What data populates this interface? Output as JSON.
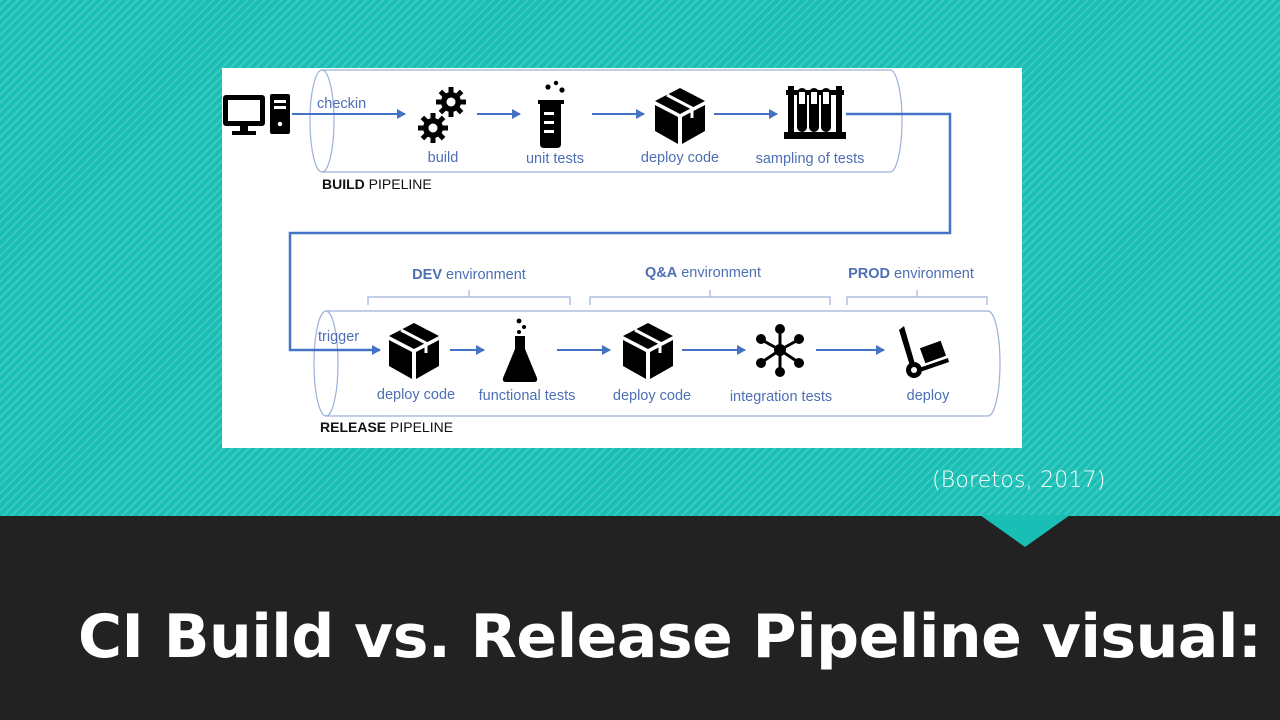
{
  "slide": {
    "title": "CI Build vs. Release Pipeline visual:",
    "citation": "(Boretos, 2017)"
  },
  "diagram": {
    "build_pipeline": {
      "label_bold": "BUILD",
      "label_rest": " PIPELINE",
      "edge_label": "checkin",
      "steps": [
        "build",
        "unit tests",
        "deploy code",
        "sampling of tests"
      ]
    },
    "release_pipeline": {
      "label_bold": "RELEASE",
      "label_rest": " PIPELINE",
      "edge_label": "trigger",
      "steps": [
        "deploy code",
        "functional tests",
        "deploy code",
        "integration tests",
        "deploy"
      ]
    },
    "environments": [
      {
        "bold": "DEV",
        "rest": " environment"
      },
      {
        "bold": "Q&A",
        "rest": " environment"
      },
      {
        "bold": "PROD",
        "rest": " environment"
      }
    ],
    "icons": {
      "source": "computer-icon",
      "build": "gears-icon",
      "unit_tests": "beaker-icon",
      "deploy": "package-icon",
      "sampling": "test-tubes-icon",
      "functional_tests": "flask-icon",
      "integration_tests": "network-icon",
      "release": "hand-truck-icon"
    },
    "colors": {
      "line": "#4472c4",
      "text": "#4d6fb5",
      "accent": "#19bfb4"
    }
  }
}
